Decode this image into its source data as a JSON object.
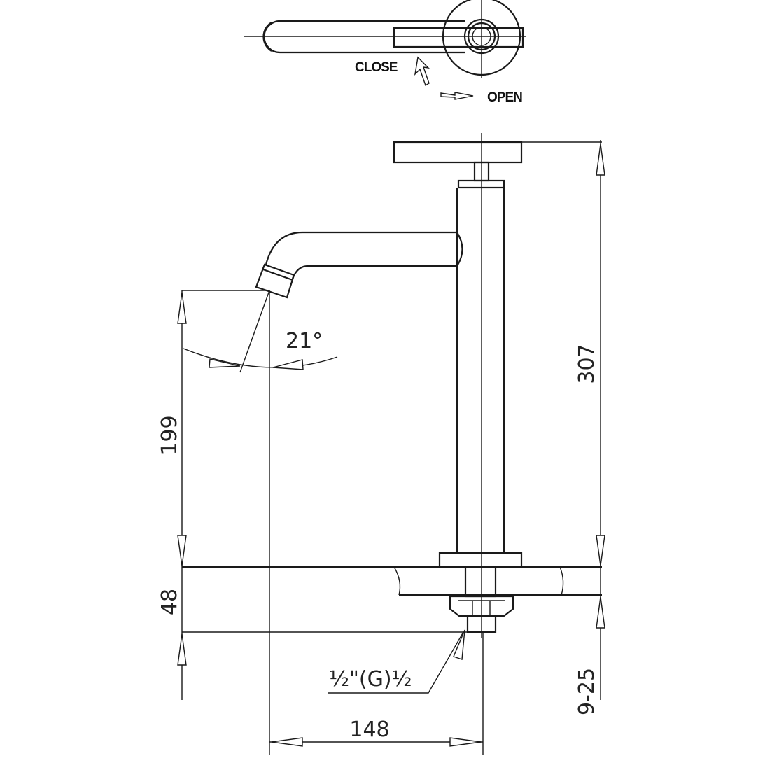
{
  "top_view": {
    "close_label": "CLOSE",
    "open_label": "OPEN"
  },
  "dimensions": {
    "total_height": "307",
    "spout_height": "199",
    "base_to_connection": "48",
    "countertop_thickness": "9-25",
    "spout_reach": "148",
    "spout_angle": "21°",
    "connection_thread": "½\"(G)½"
  }
}
